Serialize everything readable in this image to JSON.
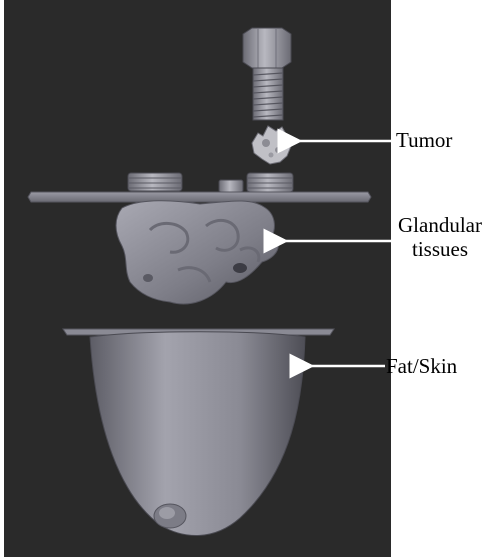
{
  "figure": {
    "labels": {
      "tumor": "Tumor",
      "glandular_line1": "Glandular",
      "glandular_line2": "tissues",
      "fat_skin": "Fat/Skin"
    },
    "colors": {
      "render_background": "#2a2a2a",
      "page_background": "#ffffff",
      "model_surface": "#8e8e98",
      "arrow": "#ffffff",
      "label_text": "#000000"
    },
    "components": [
      "screw-holder",
      "tumor",
      "top-plate",
      "glandular-tissues",
      "fat-skin-cup"
    ]
  }
}
